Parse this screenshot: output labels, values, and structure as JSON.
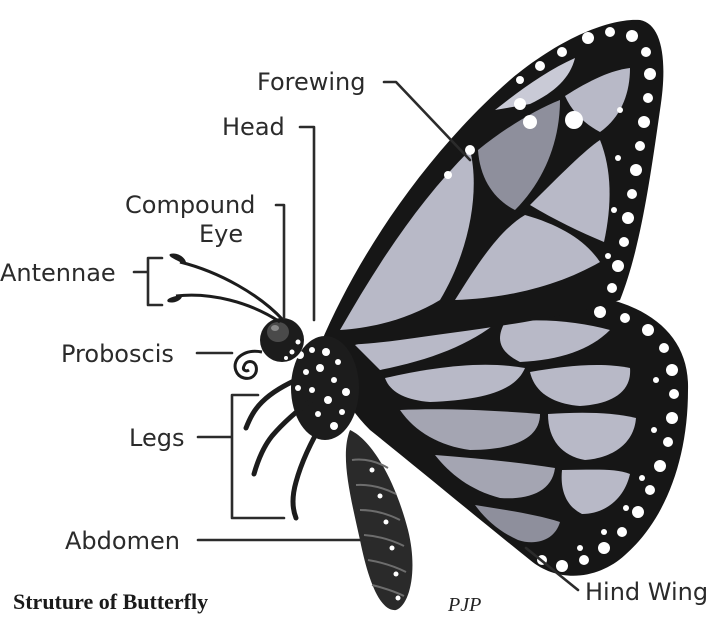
{
  "labels": {
    "forewing": "Forewing",
    "head": "Head",
    "compound_eye_line1": "Compound",
    "compound_eye_line2": "Eye",
    "antennae": "Antennae",
    "proboscis": "Proboscis",
    "legs": "Legs",
    "abdomen": "Abdomen",
    "hind_wing": "Hind Wing"
  },
  "caption": "Struture of Butterfly",
  "signature": "PJP",
  "colors": {
    "outline": "#161616",
    "wing_cell": "#b8b9c7",
    "wing_cell_dark": "#8e8f9c",
    "spot": "#ffffff",
    "label_text": "#2b2b2b"
  }
}
